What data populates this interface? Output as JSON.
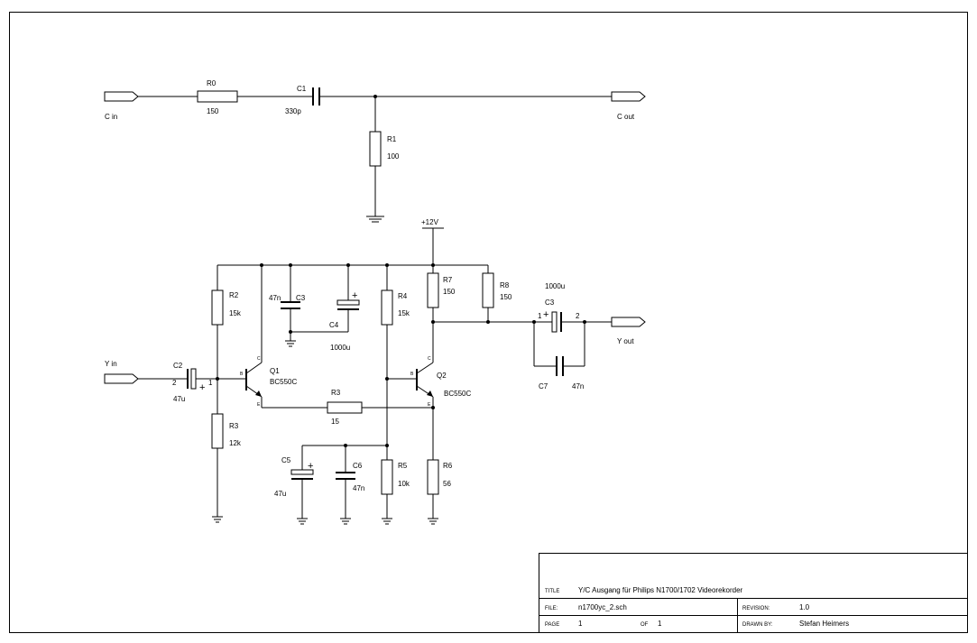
{
  "components": {
    "r0": {
      "ref": "R0",
      "value": "150"
    },
    "r1": {
      "ref": "R1",
      "value": "100"
    },
    "r2": {
      "ref": "R2",
      "value": "15k"
    },
    "r3": {
      "ref": "R3",
      "value": "12k"
    },
    "r3b": {
      "ref": "R3",
      "value": "15"
    },
    "r4": {
      "ref": "R4",
      "value": "15k"
    },
    "r5": {
      "ref": "R5",
      "value": "10k"
    },
    "r6": {
      "ref": "R6",
      "value": "56"
    },
    "r7": {
      "ref": "R7",
      "value": "150"
    },
    "r8": {
      "ref": "R8",
      "value": "150"
    },
    "c1": {
      "ref": "C1",
      "value": "330p"
    },
    "c2": {
      "ref": "C2",
      "value": "47u"
    },
    "c3": {
      "ref": "C3",
      "value": "47n"
    },
    "c3b": {
      "ref": "C3",
      "value": "1000u"
    },
    "c4": {
      "ref": "C4",
      "value": "1000u"
    },
    "c5": {
      "ref": "C5",
      "value": "47u"
    },
    "c6": {
      "ref": "C6",
      "value": "47n"
    },
    "c7": {
      "ref": "C7",
      "value": "47n"
    },
    "q1": {
      "ref": "Q1",
      "value": "BC550C"
    },
    "q2": {
      "ref": "Q2",
      "value": "BC550C"
    }
  },
  "ports": {
    "c_in": "C in",
    "c_out": "C out",
    "y_in": "Y in",
    "y_out": "Y out"
  },
  "supply": "+12V",
  "pin_labels": {
    "pin1": "1",
    "pin2": "2",
    "plus": "+",
    "base": "B",
    "collector": "C",
    "emitter": "E"
  },
  "title_block": {
    "title_label": "TITLE",
    "title_value": "Y/C Ausgang für Philips N1700/1702 Videorekorder",
    "file_label": "FILE:",
    "file_value": "n1700yc_2.sch",
    "revision_label": "REVISION:",
    "revision_value": "1.0",
    "page_label": "PAGE",
    "page_value": "1",
    "of_label": "OF",
    "of_value": "1",
    "drawn_label": "DRAWN BY:",
    "drawn_value": "Stefan Heimers"
  }
}
